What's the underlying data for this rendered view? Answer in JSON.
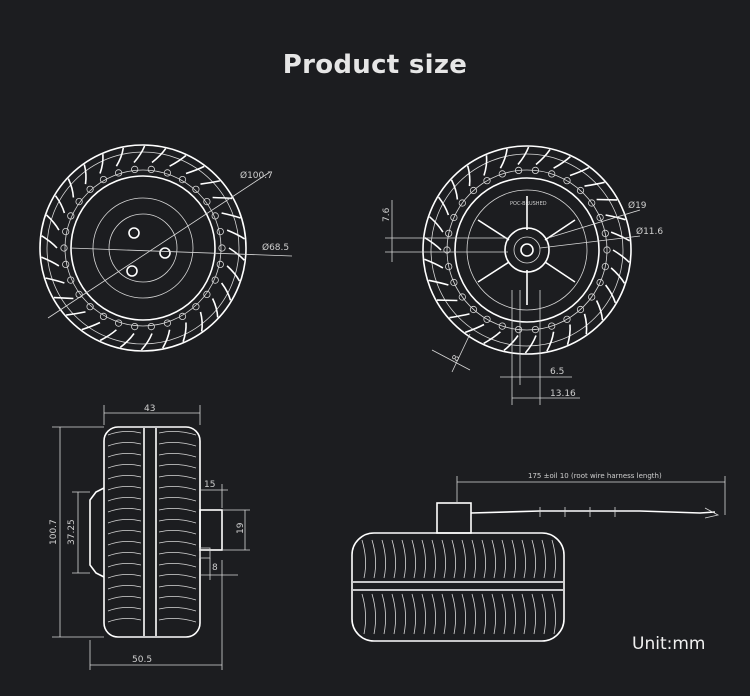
{
  "title": "Product size",
  "unit_label": "Unit:mm",
  "front_view": {
    "dia_outer": "Ø100.7",
    "dia_inner": "Ø68.5"
  },
  "back_view": {
    "dim_7_6": "7.6",
    "dia_19": "Ø19",
    "dia_11_6": "Ø11.6",
    "dim_8": "8",
    "dim_6_5": "6.5",
    "dim_13_16": "13.16",
    "hub_logo": "POC-BRUSHED"
  },
  "side_view": {
    "width_43": "43",
    "height_100_7": "100.7",
    "height_37_25": "37.25",
    "shaft_15": "15",
    "shaft_19": "19",
    "shaft_8": "8",
    "width_50_5": "50.5"
  },
  "cable_view": {
    "cable_label": "175 ±oil 10 (root wire harness length)"
  }
}
